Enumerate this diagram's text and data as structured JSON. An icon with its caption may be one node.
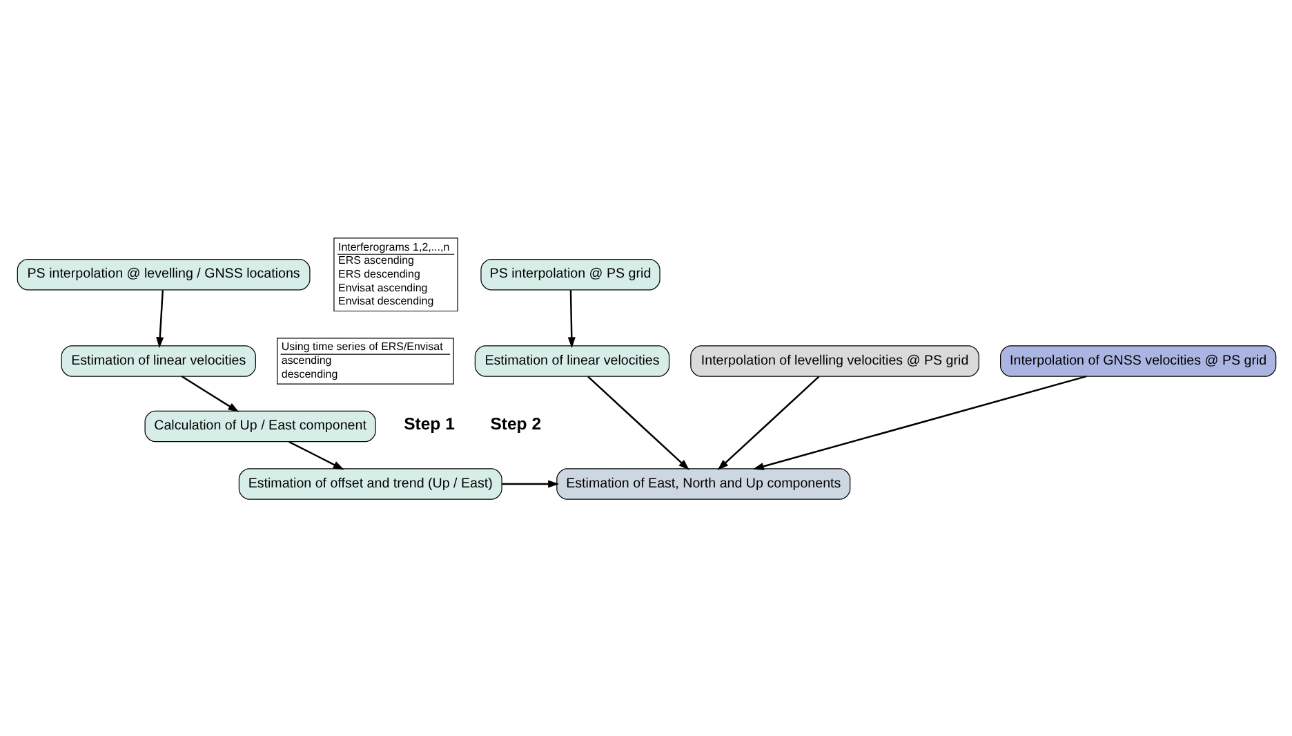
{
  "diagram": {
    "nodes": [
      {
        "text": [
          "PS interpolation @ levelling / GNSS locations"
        ]
      },
      {
        "text": [
          "Interferograms 1,2,...,n",
          "ERS ascending",
          "ERS descending",
          "Envisat ascending",
          "Envisat descending"
        ]
      },
      {
        "text": [
          "Estimation of linear velocities"
        ]
      },
      {
        "text": [
          "Using time series of ERS/Envisat",
          "ascending",
          "descending"
        ]
      },
      {
        "text": [
          "Calculation of Up / East component"
        ]
      },
      {
        "text": [
          "Estimation of offset and trend (Up / East)"
        ]
      },
      {
        "text": [
          "PS interpolation @ PS grid"
        ]
      },
      {
        "text": [
          "Estimation of linear velocities"
        ]
      },
      {
        "text": [
          "Interpolation of levelling velocities @ PS grid"
        ]
      },
      {
        "text": [
          "Interpolation of GNSS velocities @ PS grid"
        ]
      },
      {
        "text": [
          "Estimation of East, North and Up components"
        ]
      }
    ],
    "edges": [
      {
        "from": 0,
        "to": 2,
        "arrow": "to"
      },
      {
        "from": 2,
        "to": 4,
        "arrow": "to"
      },
      {
        "from": 4,
        "to": 5,
        "arrow": "to"
      },
      {
        "from": 5,
        "to": 10,
        "arrow": "to"
      },
      {
        "from": 6,
        "to": 7,
        "arrow": "to"
      },
      {
        "from": 7,
        "to": 10,
        "arrow": "to"
      },
      {
        "from": 8,
        "to": 10,
        "arrow": "to"
      },
      {
        "from": 9,
        "to": 10,
        "arrow": "to"
      }
    ],
    "labels": [
      "Step 1",
      "Step 2"
    ]
  }
}
